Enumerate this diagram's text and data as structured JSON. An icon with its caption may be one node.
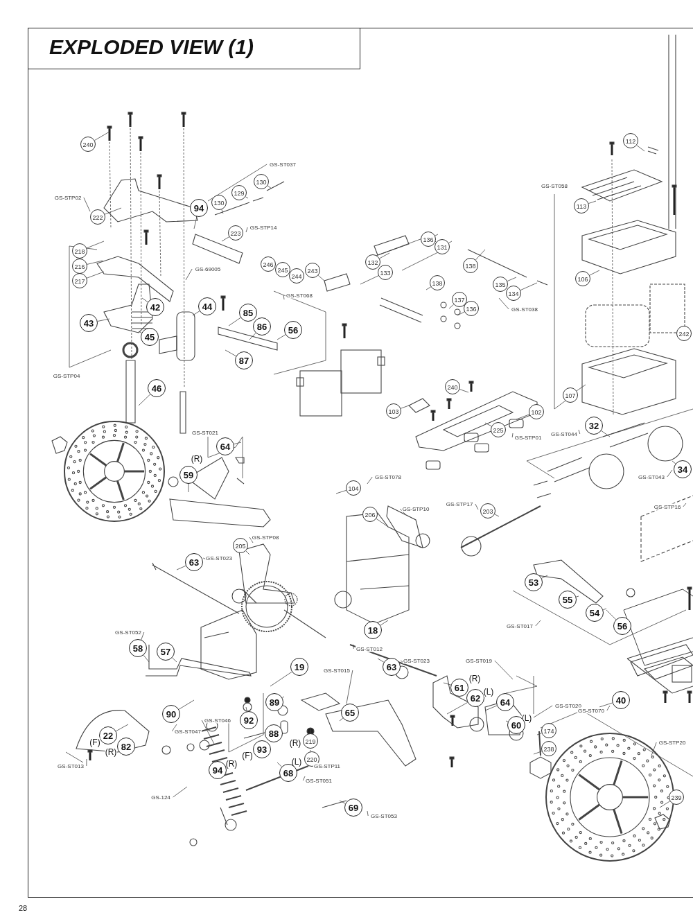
{
  "diagram": {
    "title": "EXPLODED VIEW (1)",
    "labels": [
      "240",
      "GS-ST037",
      "130",
      "129",
      "GS-STP02",
      "222",
      "130",
      "94",
      "GS-STP14",
      "223",
      "218",
      "216",
      "217",
      "GS-69005",
      "246",
      "245",
      "244",
      "243",
      "132",
      "136",
      "131",
      "133",
      "138",
      "138",
      "135",
      "134",
      "137",
      "136",
      "GS-ST038",
      "GS-ST058",
      "113",
      "106",
      "112",
      "242",
      "GS-ST068",
      "85",
      "86",
      "56",
      "42",
      "44",
      "43",
      "45",
      "87",
      "GS-STP04",
      "46",
      "240",
      "103",
      "107",
      "102",
      "225",
      "GS-STP01",
      "GS-ST044",
      "32",
      "34",
      "GS-ST043",
      "GS-STP16",
      "GS-ST021",
      "64",
      "(R)",
      "59",
      "GS-ST078",
      "104",
      "GS-STP10",
      "206",
      "GS-STP17",
      "203",
      "GS-STP08",
      "205",
      "63",
      "GS-ST023",
      "53",
      "55",
      "54",
      "56",
      "GS-ST017",
      "GS-ST052",
      "58",
      "57",
      "18",
      "GS-ST012",
      "19",
      "63",
      "GS-ST023",
      "GS-ST019",
      "(R)",
      "61",
      "62",
      "(L)",
      "64",
      "GS-ST020",
      "(L)",
      "60",
      "40",
      "GS-ST070",
      "GS-ST015",
      "65",
      "89",
      "92",
      "90",
      "GS-ST047",
      "GS-ST046",
      "22",
      "(F)",
      "82",
      "(R)",
      "GS-ST013",
      "88",
      "93",
      "(R)",
      "219",
      "(F)",
      "(R)",
      "94",
      "(L)",
      "220",
      "GS-STP11",
      "68",
      "GS-ST051",
      "174",
      "238",
      "GS-STP20",
      "GS-124",
      "239",
      "69",
      "GS-ST053",
      "28"
    ]
  }
}
